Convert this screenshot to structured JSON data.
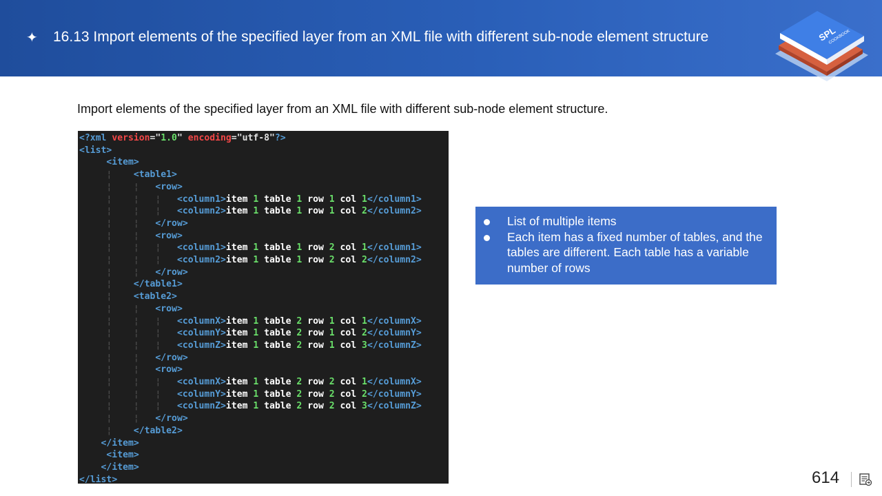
{
  "header": {
    "bullet_icon": "sparkle-icon",
    "title": "16.13 Import elements of the specified layer from an XML file with different sub-node element structure",
    "logo_text": "SPL",
    "logo_subtext": "COOKBOOK"
  },
  "subtitle": "Import elements of the specified layer from an XML file with different sub-node element structure.",
  "code": {
    "lines": [
      "<?xml version=\"1.0\" encoding=\"utf-8\"?>",
      "<list>",
      "     <item>",
      "          <table1>",
      "              <row>",
      "                  <column1>item 1 table 1 row 1 col 1</column1>",
      "                  <column2>item 1 table 1 row 1 col 2</column2>",
      "              </row>",
      "              <row>",
      "                  <column1>item 1 table 1 row 2 col 1</column1>",
      "                  <column2>item 1 table 1 row 2 col 2</column2>",
      "              </row>",
      "          </table1>",
      "          <table2>",
      "              <row>",
      "                  <columnX>item 1 table 2 row 1 col 1</columnX>",
      "                  <columnY>item 1 table 2 row 1 col 2</columnY>",
      "                  <columnZ>item 1 table 2 row 1 col 3</columnZ>",
      "              </row>",
      "              <row>",
      "                  <columnX>item 1 table 2 row 2 col 1</columnX>",
      "                  <columnY>item 1 table 2 row 2 col 2</columnY>",
      "                  <columnZ>item 1 table 2 row 2 col 3</columnZ>",
      "              </row>",
      "          </table2>",
      "    </item>",
      "     <item>",
      "    </item>",
      "</list>"
    ]
  },
  "note": {
    "items": [
      "List of multiple items",
      "Each item has a fixed number of tables, and the tables are different. Each table has a variable number of rows"
    ]
  },
  "footer": {
    "page_number": "614",
    "page_icon": "slide-notes-icon"
  }
}
